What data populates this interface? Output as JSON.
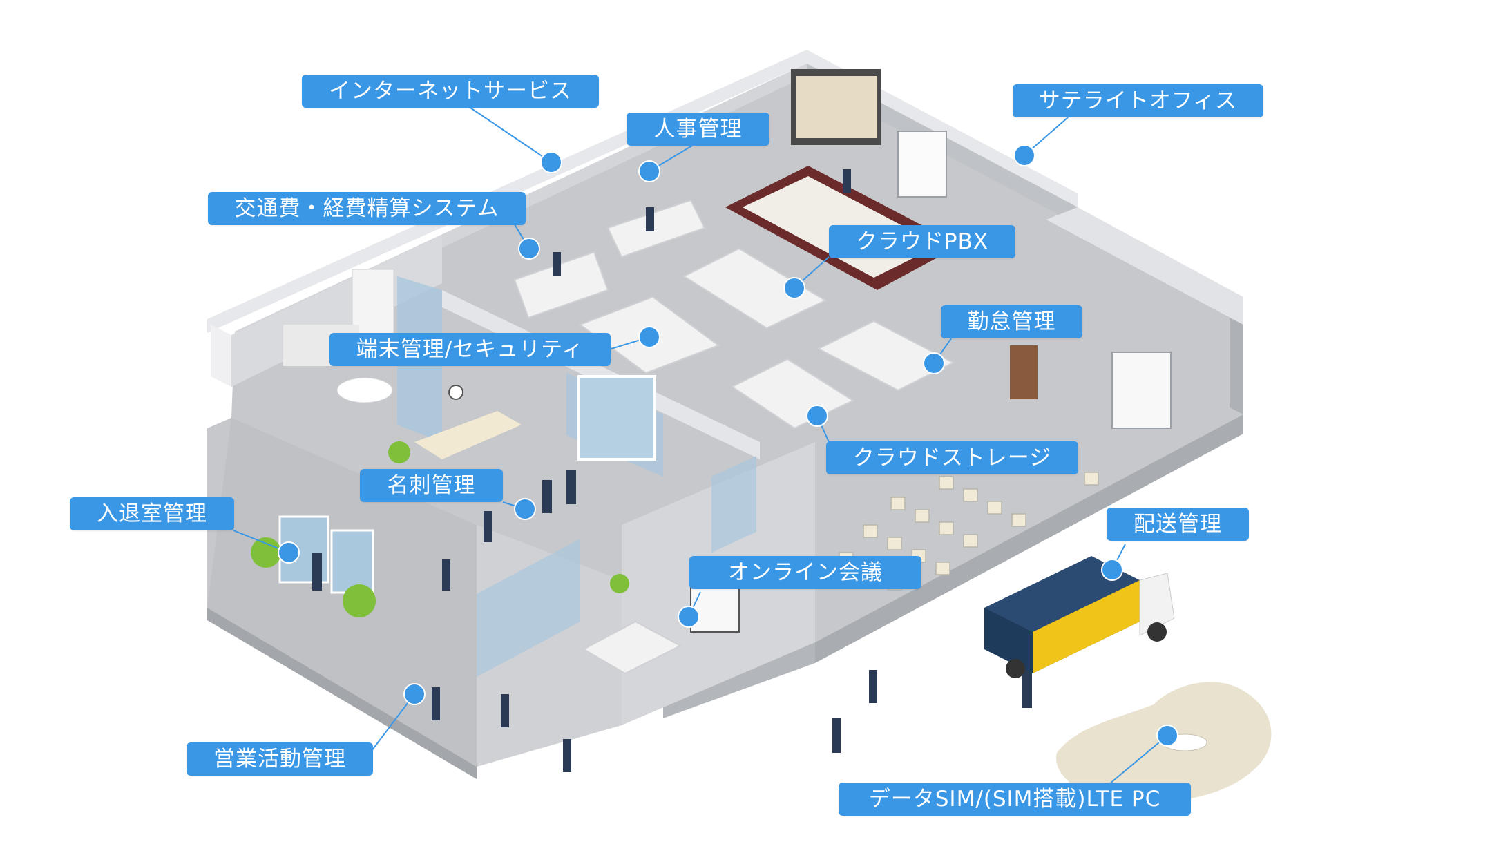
{
  "labels": {
    "internet_service": "インターネットサービス",
    "hr_management": "人事管理",
    "satellite_office": "サテライトオフィス",
    "expense_system": "交通費・経費精算システム",
    "cloud_pbx": "クラウドPBX",
    "attendance": "勤怠管理",
    "device_security": "端末管理/セキュリティ",
    "cloud_storage": "クラウドストレージ",
    "business_card": "名刺管理",
    "entry_exit": "入退室管理",
    "delivery": "配送管理",
    "online_meeting": "オンライン会議",
    "sales_activity": "営業活動管理",
    "data_sim": "データSIM/(SIM搭載)LTE PC"
  },
  "colors": {
    "label_bg": "#3a97e6",
    "label_text": "#ffffff",
    "floor": "#c9cbcf",
    "wall_top": "#e2e3e6",
    "wall_side": "#b9bcc1",
    "glass": "#a9c7dd",
    "truck": "#2b4b73",
    "cargo": "#f0c419",
    "cafe_blob": "#e9e2cf",
    "rug": "#6b2b2b"
  }
}
